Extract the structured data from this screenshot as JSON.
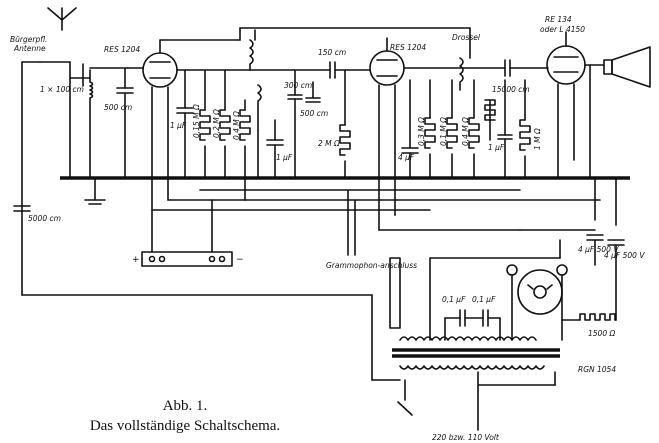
{
  "caption": {
    "number": "Abb. 1.",
    "title": "Das vollständige Schaltschema."
  },
  "labels": {
    "antenna": "Bürgerpfl.",
    "antenna2": "Antenne",
    "tube1": "RES 1204",
    "tube2": "RES 1204",
    "tube3": "RE 134",
    "tube3b": "oder L 4150",
    "cap_in": "500 cm",
    "cap_var": "1 × 100 cm",
    "cap_ground": "5000 cm",
    "cap_150": "150 cm",
    "cap_300": "300 cm",
    "cap_500": "500 cm",
    "cap_15000": "15000 cm",
    "cap_1uf_a": "1 µF",
    "cap_1uf_b": "1 µF",
    "cap_4uf": "4 µF",
    "cap_1uf_c": "1 µF",
    "res_2m": "2 M Ω",
    "res_1m": "1 M Ω",
    "res_04ma": "0,4 M Ω",
    "res_03ma": "0,3 M Ω",
    "res_015ma": "0,15 M Ω",
    "res_01ma": "0,1 M Ω",
    "res_02ma": "0,2 M Ω",
    "res_1500": "1500 Ω",
    "cap_4uf_500v": "4 µF 500 V",
    "cap_4uf_500v_b": "4 µF 500 V",
    "cap_01uf_a": "0,1 µF",
    "cap_01uf_b": "0,1 µF",
    "pickup": "Grammophon-anschluss",
    "drossel": "Drossel",
    "rectifier": "RGN 1054",
    "mains": "220 bzw. 110 Volt",
    "plus": "+",
    "minus": "−"
  }
}
